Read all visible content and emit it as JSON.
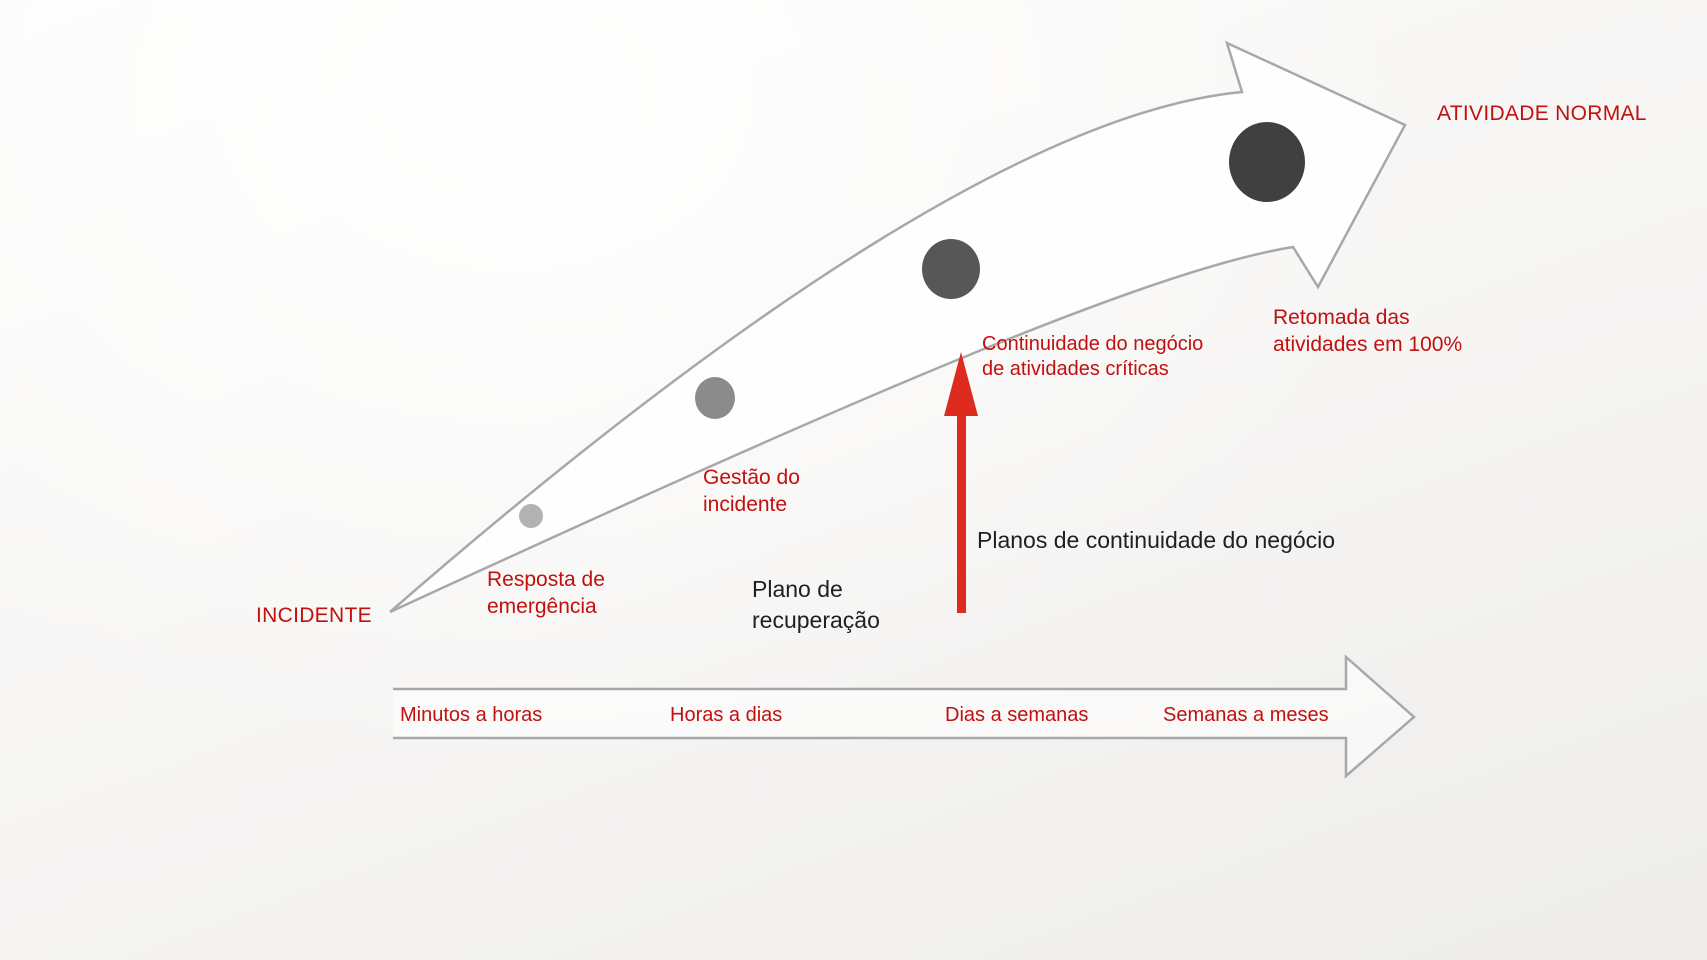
{
  "colors": {
    "background_top": "#fbfbfa",
    "background_bottom": "#edecea",
    "outline_gray": "#a8a8a8",
    "red_text": "#c2100f",
    "red_arrow": "#de2b1f",
    "black_text": "#1f1f1f",
    "dot_colors": [
      "#b2b2b2",
      "#8b8b8b",
      "#575757",
      "#404040"
    ]
  },
  "labels": {
    "incident": "INCIDENTE",
    "normal_activity": "ATIVIDADE NORMAL",
    "emergency_response": {
      "line1": "Resposta de",
      "line2": "emergência"
    },
    "incident_management": {
      "line1": "Gestão do",
      "line2": "incidente"
    },
    "business_continuity": {
      "line1": "Continuidade do negócio",
      "line2": "de atividades críticas"
    },
    "resumption": {
      "line1": "Retomada das",
      "line2": "atividades em 100%"
    },
    "recovery_plan": {
      "line1": "Plano de",
      "line2": "recuperação"
    },
    "continuity_plans": "Planos de continuidade do negócio",
    "timeline": [
      "Minutos a horas",
      "Horas a dias",
      "Dias a semanas",
      "Semanas a meses"
    ]
  }
}
